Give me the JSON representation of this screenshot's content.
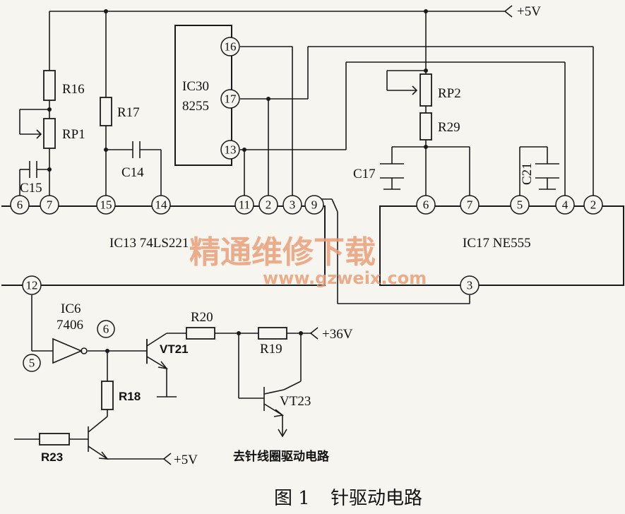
{
  "supply": {
    "v5_top": "+5V",
    "v36": "+36V",
    "v5_bottom": "+5V"
  },
  "resistors": {
    "R16": "R16",
    "R17": "R17",
    "R18": "R18",
    "R19": "R19",
    "R20": "R20",
    "R23": "R23",
    "R29": "R29",
    "RP1": "RP1",
    "RP2": "RP2"
  },
  "capacitors": {
    "C14": "C14",
    "C15": "C15",
    "C17": "C17",
    "C21": "C21"
  },
  "ic13": {
    "label": "IC13 74LS221",
    "pins": [
      "6",
      "7",
      "15",
      "14",
      "11",
      "2",
      "3",
      "9",
      "12"
    ]
  },
  "ic17": {
    "label": "IC17 NE555",
    "pins": [
      "6",
      "7",
      "5",
      "4",
      "2",
      "3"
    ]
  },
  "ic30": {
    "label1": "IC30",
    "label2": "8255",
    "pins": [
      "16",
      "17",
      "13"
    ]
  },
  "ic6": {
    "label1": "IC6",
    "label2": "7406",
    "pin_in": "5",
    "pin_out": "6"
  },
  "transistors": {
    "VT21": "VT21",
    "VT23": "VT23"
  },
  "output_note": "去针线圈驱动电路",
  "watermark": {
    "cn": "精通维修下载",
    "url": "www.gzweix.com"
  },
  "caption": {
    "fig": "图 1",
    "title": "针驱动电路"
  }
}
